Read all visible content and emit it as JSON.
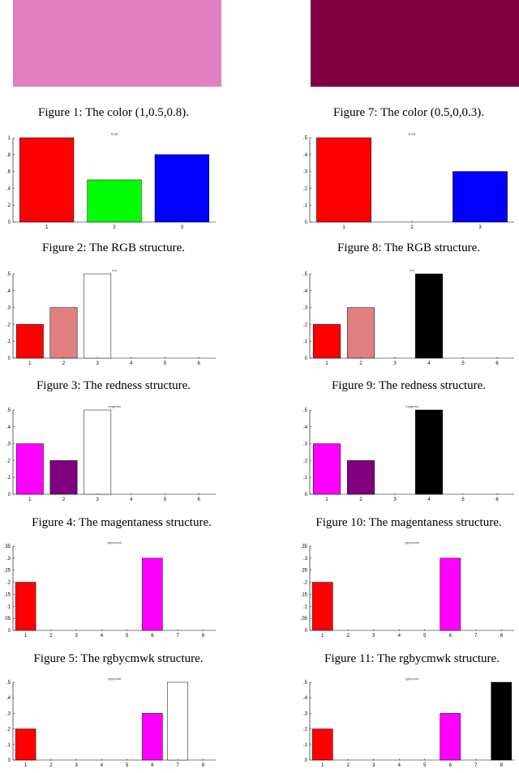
{
  "columns": [
    {
      "swatch": {
        "color": "#e080c0"
      },
      "captions": [
        "Figure 1: The color (1,0.5,0.8).",
        "Figure 2: The RGB structure.",
        "Figure 3: The redness structure.",
        "Figure 4: The magentaness structure.",
        "Figure 5: The rgbycmwk structure."
      ]
    },
    {
      "swatch": {
        "color": "#80003f"
      },
      "captions": [
        "Figure 7: The color (0.5,0,0.3).",
        "Figure 8: The RGB structure.",
        "Figure 9: The redness structure.",
        "Figure 10: The magentaness structure.",
        "Figure 11: The rgbycmwk structure."
      ]
    }
  ],
  "chart_data": [
    {
      "id": "fig2",
      "type": "bar",
      "title": "RGB",
      "ylim": [
        0,
        1
      ],
      "yticks": [
        0,
        0.2,
        0.4,
        0.6,
        0.8,
        1
      ],
      "categories": [
        "1",
        "2",
        "3"
      ],
      "values": [
        1,
        0.5,
        0.8
      ],
      "colors": [
        "#ff0000",
        "#00ff00",
        "#0000ff"
      ]
    },
    {
      "id": "fig3",
      "type": "bar",
      "title": "red",
      "ylim": [
        0,
        0.5
      ],
      "yticks": [
        0,
        0.1,
        0.2,
        0.3,
        0.4,
        0.5
      ],
      "categories": [
        "1",
        "2",
        "3",
        "4",
        "5",
        "6"
      ],
      "values": [
        0.2,
        0.3,
        0.5,
        0,
        0,
        0
      ],
      "colors": [
        "#ff0000",
        "#e08080",
        "#ffffff",
        "#000000",
        "#000000",
        "#000000"
      ]
    },
    {
      "id": "fig4",
      "type": "bar",
      "title": "magenta",
      "ylim": [
        0,
        0.5
      ],
      "yticks": [
        0,
        0.1,
        0.2,
        0.3,
        0.4,
        0.5
      ],
      "categories": [
        "1",
        "2",
        "3",
        "4",
        "5",
        "6"
      ],
      "values": [
        0.3,
        0.2,
        0.5,
        0,
        0,
        0
      ],
      "colors": [
        "#ff00ff",
        "#800080",
        "#ffffff",
        "#000000",
        "#000000",
        "#000000"
      ]
    },
    {
      "id": "fig5",
      "type": "bar",
      "title": "rgbycmwk",
      "ylim": [
        0,
        0.35
      ],
      "yticks": [
        0,
        0.05,
        0.1,
        0.15,
        0.2,
        0.25,
        0.3,
        0.35
      ],
      "categories": [
        "1",
        "2",
        "3",
        "4",
        "5",
        "6",
        "7",
        "8"
      ],
      "values": [
        0.2,
        0,
        0,
        0,
        0,
        0.3,
        0,
        0
      ],
      "colors": [
        "#ff0000",
        "#000000",
        "#000000",
        "#000000",
        "#000000",
        "#ff00ff",
        "#000000",
        "#000000"
      ]
    },
    {
      "id": "fig6",
      "type": "bar",
      "title": "rgbycmkt",
      "ylim": [
        0,
        0.5
      ],
      "yticks": [
        0,
        0.1,
        0.2,
        0.3,
        0.4,
        0.5
      ],
      "categories": [
        "1",
        "2",
        "3",
        "4",
        "5",
        "6",
        "7",
        "8"
      ],
      "values": [
        0.2,
        0,
        0,
        0,
        0,
        0.3,
        0.5,
        0
      ],
      "colors": [
        "#ff0000",
        "#000000",
        "#000000",
        "#000000",
        "#000000",
        "#ff00ff",
        "#ffffff",
        "#000000"
      ]
    },
    {
      "id": "fig8",
      "type": "bar",
      "title": "RGB",
      "ylim": [
        0,
        0.5
      ],
      "yticks": [
        0,
        0.1,
        0.2,
        0.3,
        0.4,
        0.5
      ],
      "categories": [
        "1",
        "2",
        "3"
      ],
      "values": [
        0.5,
        0,
        0.3
      ],
      "colors": [
        "#ff0000",
        "#00ff00",
        "#0000ff"
      ]
    },
    {
      "id": "fig9",
      "type": "bar",
      "title": "red",
      "ylim": [
        0,
        0.5
      ],
      "yticks": [
        0,
        0.1,
        0.2,
        0.3,
        0.4,
        0.5
      ],
      "categories": [
        "1",
        "2",
        "3",
        "4",
        "5",
        "6"
      ],
      "values": [
        0.2,
        0.3,
        0,
        0.5,
        0,
        0
      ],
      "colors": [
        "#ff0000",
        "#e08080",
        "#ffffff",
        "#000000",
        "#000000",
        "#000000"
      ]
    },
    {
      "id": "fig10",
      "type": "bar",
      "title": "magenta",
      "ylim": [
        0,
        0.5
      ],
      "yticks": [
        0,
        0.1,
        0.2,
        0.3,
        0.4,
        0.5
      ],
      "categories": [
        "1",
        "2",
        "3",
        "4",
        "5",
        "6"
      ],
      "values": [
        0.3,
        0.2,
        0,
        0.5,
        0,
        0
      ],
      "colors": [
        "#ff00ff",
        "#800080",
        "#ffffff",
        "#000000",
        "#000000",
        "#000000"
      ]
    },
    {
      "id": "fig11",
      "type": "bar",
      "title": "rgbycmwk",
      "ylim": [
        0,
        0.35
      ],
      "yticks": [
        0,
        0.05,
        0.1,
        0.15,
        0.2,
        0.25,
        0.3,
        0.35
      ],
      "categories": [
        "1",
        "2",
        "3",
        "4",
        "5",
        "6",
        "7",
        "8"
      ],
      "values": [
        0.2,
        0,
        0,
        0,
        0,
        0.3,
        0,
        0
      ],
      "colors": [
        "#ff0000",
        "#000000",
        "#000000",
        "#000000",
        "#000000",
        "#ff00ff",
        "#000000",
        "#000000"
      ]
    },
    {
      "id": "fig12",
      "type": "bar",
      "title": "rgbycmkt",
      "ylim": [
        0,
        0.5
      ],
      "yticks": [
        0,
        0.1,
        0.2,
        0.3,
        0.4,
        0.5
      ],
      "categories": [
        "1",
        "2",
        "3",
        "4",
        "5",
        "6",
        "7",
        "8"
      ],
      "values": [
        0.2,
        0,
        0,
        0,
        0,
        0.3,
        0,
        0.5
      ],
      "colors": [
        "#ff0000",
        "#000000",
        "#000000",
        "#000000",
        "#000000",
        "#ff00ff",
        "#000000",
        "#000000"
      ]
    }
  ]
}
